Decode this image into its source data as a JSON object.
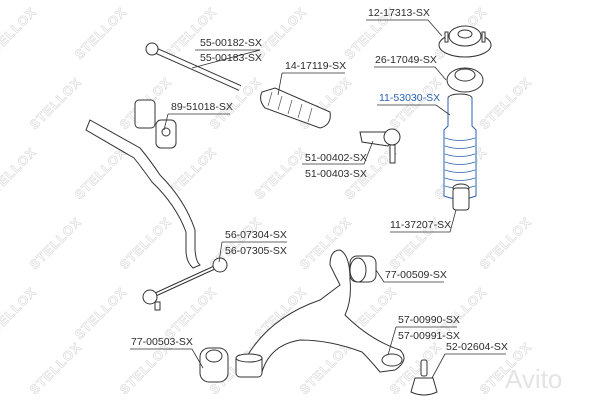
{
  "watermark": {
    "brand": "STELLOX",
    "marketplace": "Avito"
  },
  "colors": {
    "highlight": "#2a62b0",
    "text": "#2b2b2b",
    "watermark": "#dcdcdc"
  },
  "labels": {
    "top_mount": "12-17313-SX",
    "tie_rod_1": "55-00182-SX",
    "tie_rod_2": "55-00183-SX",
    "steering_boot": "14-17119-SX",
    "bearing": "26-17049-SX",
    "shock_boot": "11-53030-SX",
    "stab_bushing": "89-51018-SX",
    "tie_rod_end_1": "51-00402-SX",
    "tie_rod_end_2": "51-00403-SX",
    "bump_stop": "11-37207-SX",
    "stab_link_1": "56-07304-SX",
    "stab_link_2": "56-07305-SX",
    "arm_bushing_front": "77-00509-SX",
    "control_arm_1": "57-00990-SX",
    "control_arm_2": "57-00991-SX",
    "arm_bushing_rear": "77-00503-SX",
    "ball_joint": "52-02604-SX"
  }
}
